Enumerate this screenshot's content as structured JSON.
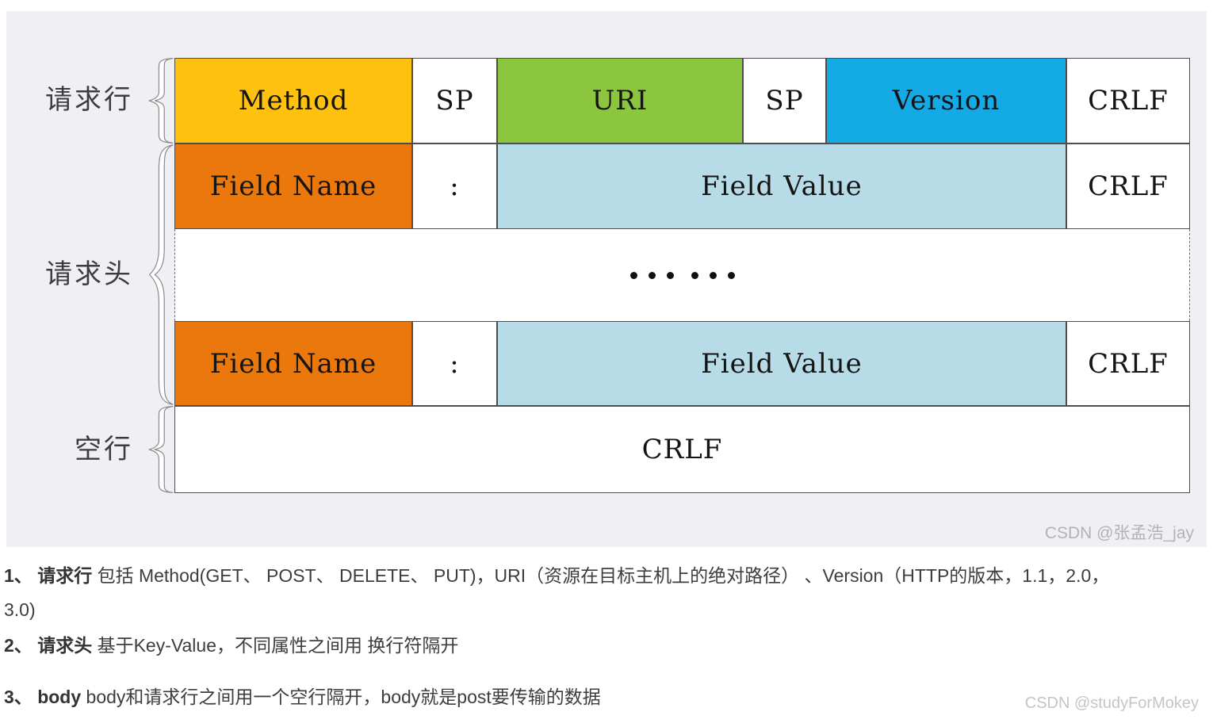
{
  "diagram": {
    "background_color": "#f0eff4",
    "cell_colors": {
      "method": "#fec10d",
      "field_name": "#ea780c",
      "uri": "#8cc63f",
      "version": "#14aae5",
      "field_value": "#b7dce8",
      "border": "#4d4d4d"
    },
    "side_labels": {
      "request_line": "请求行",
      "request_headers": "请求头",
      "empty_line": "空行"
    },
    "request_line_row": {
      "method": "Method",
      "sp1": "SP",
      "uri": "URI",
      "sp2": "SP",
      "version": "Version",
      "crlf": "CRLF"
    },
    "header_row": {
      "field_name": "Field Name",
      "colon": ":",
      "field_value": "Field Value",
      "crlf": "CRLF"
    },
    "ellipsis": "……",
    "empty_row": {
      "crlf": "CRLF"
    },
    "watermark": "CSDN @张孟浩_jay"
  },
  "notes": {
    "items": [
      {
        "num": "1、 ",
        "keyword": "请求行",
        "text": " 包括 Method(GET、 POST、 DELETE、 PUT)，URI（资源在目标主机上的绝对路径） 、Version（HTTP的版本，1.1，2.0，",
        "text2": "3.0)"
      },
      {
        "num": "2、 ",
        "keyword": "请求头",
        "text": " 基于Key-Value，不同属性之间用 换行符隔开"
      },
      {
        "num": "3、 ",
        "keyword": "body",
        "text": " body和请求行之间用一个空行隔开，body就是post要传输的数据"
      }
    ],
    "watermark": "CSDN @studyForMokey"
  }
}
